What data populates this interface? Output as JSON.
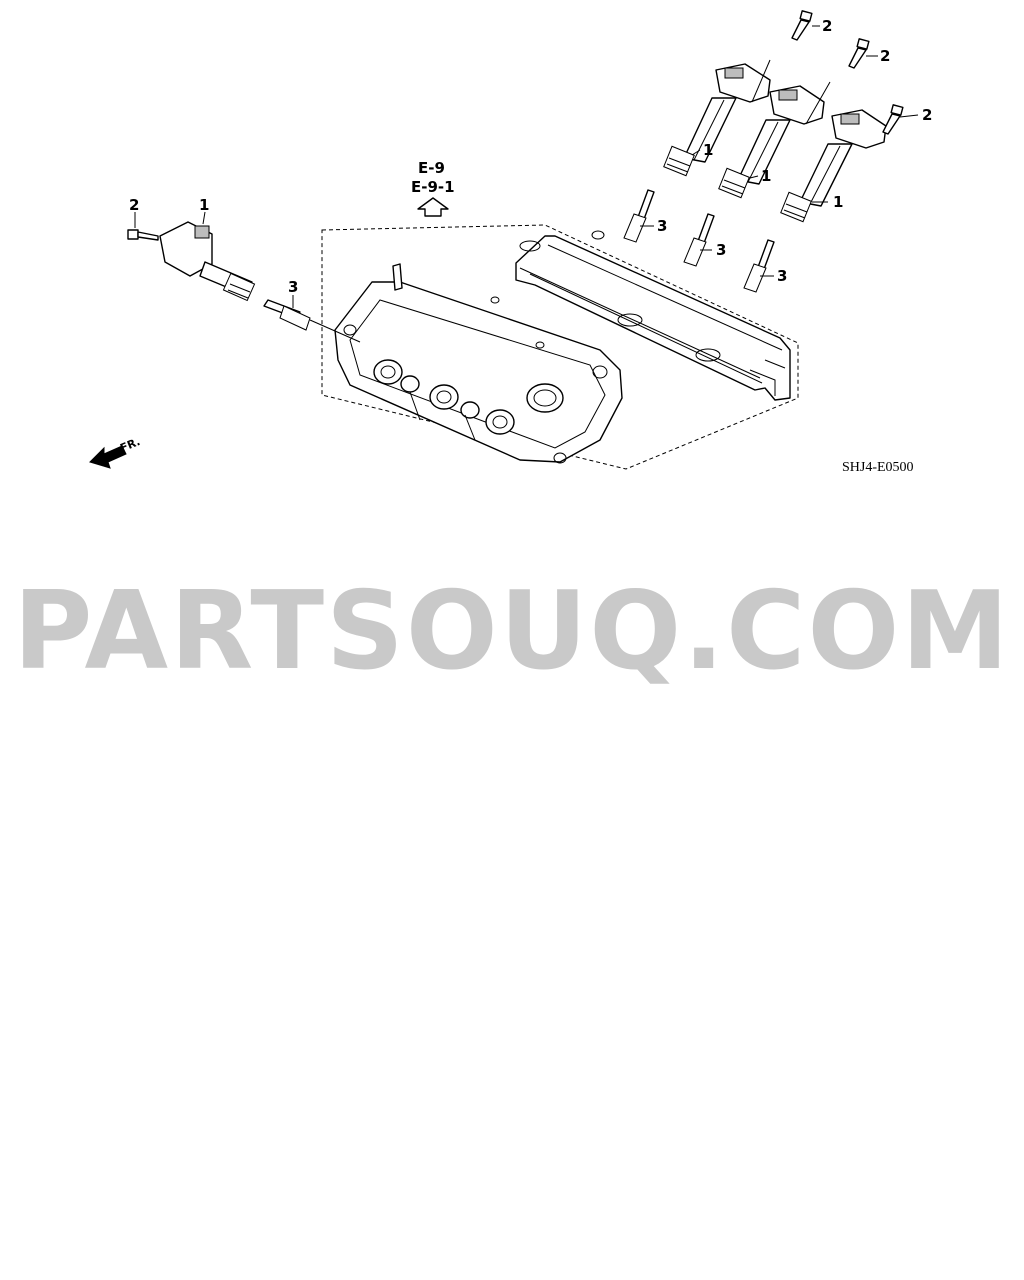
{
  "diagram": {
    "callouts": {
      "coil_rear_1": "1",
      "coil_rear_2": "1",
      "coil_rear_3": "1",
      "coil_front": "1",
      "bolt_rear_1": "2",
      "bolt_rear_2": "2",
      "bolt_rear_3": "2",
      "bolt_front": "2",
      "plug_rear_1": "3",
      "plug_rear_2": "3",
      "plug_rear_3": "3",
      "plug_front": "3"
    },
    "reference_top": "E-9",
    "reference_bottom": "E-9-1",
    "front_indicator": "FR.",
    "drawing_code": "SHJ4-E0500"
  },
  "watermark": "PARTSOUQ.COM"
}
